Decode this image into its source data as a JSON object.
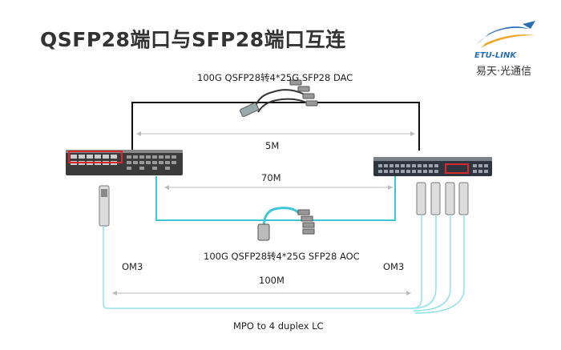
{
  "title": "QSFP28端口与SFP28端口互连",
  "logo": {
    "brand": "ETU-LINK",
    "subtitle": "易天·光通信"
  },
  "cables": {
    "dac": {
      "name": "100G QSFP28转4*25G SFP28 DAC",
      "length": "5M"
    },
    "aoc": {
      "name": "100G QSFP28转4*25G SFP28 AOC",
      "length": "70M"
    },
    "mpo": {
      "name": "MPO to 4 duplex LC",
      "length": "100M",
      "fiber_left": "OM3",
      "fiber_right": "OM3"
    }
  },
  "colors": {
    "dac_line": "#111111",
    "aoc_line": "#3ec6d8",
    "mpo_line": "#8fe2ea",
    "highlight": "#d62a2a",
    "dim_arrow": "#bbbbbb"
  }
}
